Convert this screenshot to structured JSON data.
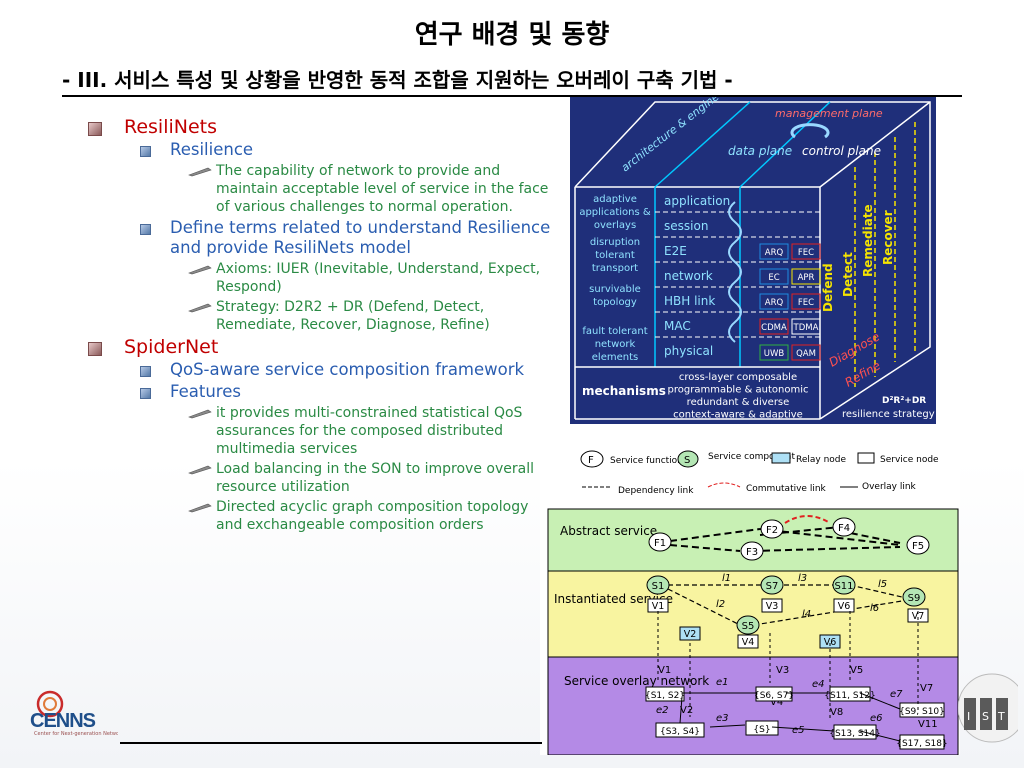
{
  "page": {
    "title": "연구 배경 및 동향",
    "subtitle": "- III. 서비스 특성 및 상황을 반영한 동적 조합을 지원하는 오버레이 구축 기법 -"
  },
  "bullets": [
    {
      "level": 1,
      "text": "ResiliNets"
    },
    {
      "level": 2,
      "text": "Resilience"
    },
    {
      "level": 3,
      "text": "The capability of network to provide and maintain acceptable level of service in the face of various challenges to normal operation."
    },
    {
      "level": 2,
      "text": "Define terms related to understand Resilience and provide ResiliNets model"
    },
    {
      "level": 3,
      "text": "Axioms: IUER (Inevitable, Understand, Expect, Respond)"
    },
    {
      "level": 3,
      "text": "Strategy: D2R2 + DR (Defend, Detect, Remediate, Recover, Diagnose, Refine)"
    },
    {
      "level": 1,
      "text": "SpiderNet"
    },
    {
      "level": 2,
      "text": "QoS-aware service composition framework"
    },
    {
      "level": 2,
      "text": "Features"
    },
    {
      "level": 3,
      "text": "it provides multi-constrained statistical QoS assurances for the composed distributed multimedia services"
    },
    {
      "level": 3,
      "text": "Load balancing in the SON to improve overall resource utilization"
    },
    {
      "level": 3,
      "text": "Directed acyclic graph composition topology and exchangeable composition orders"
    }
  ],
  "resilinets_figure": {
    "top_labels": {
      "management_plane": "management plane",
      "architecture": "architecture & engineering",
      "data_plane": "data plane",
      "control_plane": "control plane"
    },
    "left_groups": [
      "adaptive applications & overlays",
      "disruption tolerant transport",
      "survivable topology",
      "fault tolerant network elements"
    ],
    "layers": [
      "application",
      "session",
      "E2E",
      "network",
      "HBH link",
      "MAC",
      "physical"
    ],
    "boxes": [
      "ARQ",
      "FEC",
      "EC",
      "APR",
      "ARQ",
      "FEC",
      "CDMA",
      "TDMA",
      "UWB",
      "QAM"
    ],
    "mechanisms": "mechanisms",
    "mechanism_lines": [
      "cross-layer composable",
      "programmable & autonomic",
      "redundant & diverse",
      "context-aware & adaptive"
    ],
    "strategies": [
      "Defend",
      "Detect",
      "Remediate",
      "Recover"
    ],
    "diagnose": "Diagnose",
    "refine": "Refine",
    "d2r2": "D²R²+DR",
    "resilience_strategy": "resilience strategy"
  },
  "spidernet_figure": {
    "legend": {
      "f": "F",
      "function": "Service function",
      "s": "S",
      "component": "Service component",
      "relay": "Relay node",
      "service_node": "Service node",
      "dependency": "Dependency link",
      "commutative": "Commutative link",
      "overlay": "Overlay link"
    },
    "rows": {
      "abstract": "Abstract service",
      "instantiated": "Instantiated service",
      "overlay": "Service overlay network"
    },
    "abstract_nodes": [
      "F1",
      "F2",
      "F3",
      "F4",
      "F5"
    ],
    "instantiated_s": [
      "S1",
      "S7",
      "S11",
      "S9",
      "S5"
    ],
    "instantiated_v": [
      "V1",
      "V3",
      "V6",
      "V7",
      "V4",
      "V2",
      "V6"
    ],
    "links": [
      "l1",
      "l2",
      "l3",
      "l4",
      "l5",
      "l6"
    ],
    "overlay_v": [
      "V1",
      "V3",
      "V5",
      "V7",
      "V4",
      "V2",
      "V8",
      "V11"
    ],
    "overlay_sets": [
      "{S1, S2}",
      "{S6, S7}",
      "{S11, S12}",
      "{S9, S10}",
      "{S}",
      "{S3, S4}",
      "{S13, S14}",
      "{S17, S18}"
    ],
    "edges": [
      "e1",
      "e2",
      "e3",
      "e4",
      "e5",
      "e6",
      "e7"
    ]
  },
  "footer": {
    "logo": "CENNS",
    "logo_tagline": "Center for Next-generation Networks & Services research",
    "seal_letters": [
      "I",
      "S",
      "T"
    ]
  }
}
